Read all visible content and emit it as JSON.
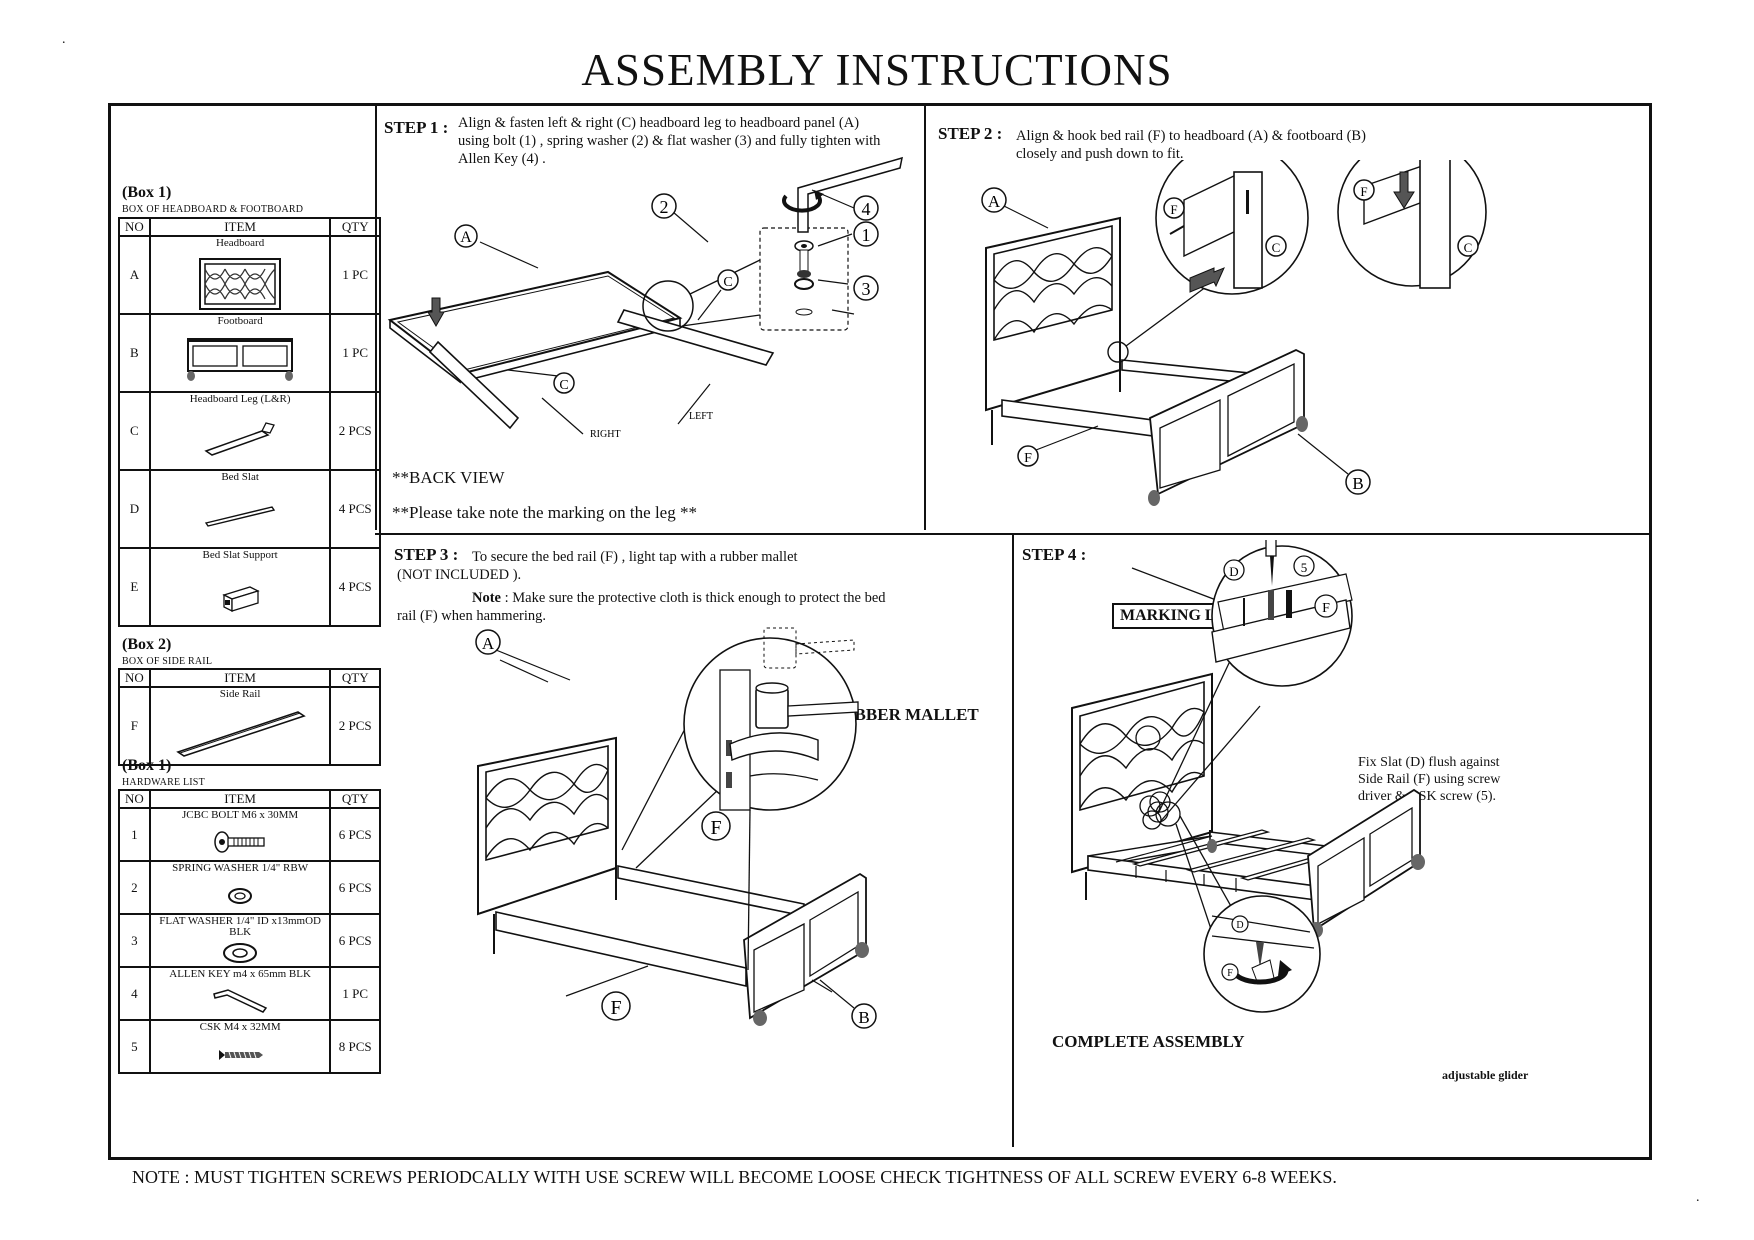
{
  "title": "ASSEMBLY  INSTRUCTIONS",
  "corner_mark_tl": ".",
  "corner_mark_br": ".",
  "box1": {
    "heading": "(Box 1)",
    "subheading": "BOX OF HEADBOARD & FOOTBOARD",
    "headers": {
      "no": "NO",
      "item": "ITEM",
      "qty": "QTY"
    },
    "rows": [
      {
        "no": "A",
        "label": "Headboard",
        "qty": "1 PC",
        "icon": "headboard-icon"
      },
      {
        "no": "B",
        "label": "Footboard",
        "qty": "1 PC",
        "icon": "footboard-icon"
      },
      {
        "no": "C",
        "label": "Headboard Leg (L&R)",
        "qty": "2 PCS",
        "icon": "headboard-leg-icon"
      },
      {
        "no": "D",
        "label": "Bed Slat",
        "qty": "4 PCS",
        "icon": "bed-slat-icon"
      },
      {
        "no": "E",
        "label": "Bed Slat Support",
        "qty": "4 PCS",
        "icon": "slat-support-icon"
      }
    ]
  },
  "box2": {
    "heading": "(Box 2)",
    "subheading": "BOX OF SIDE RAIL",
    "headers": {
      "no": "NO",
      "item": "ITEM",
      "qty": "QTY"
    },
    "rows": [
      {
        "no": "F",
        "label": "Side Rail",
        "qty": "2 PCS",
        "icon": "side-rail-icon"
      }
    ]
  },
  "box3": {
    "heading": "(Box 1)",
    "subheading": "HARDWARE LIST",
    "headers": {
      "no": "NO",
      "item": "ITEM",
      "qty": "QTY"
    },
    "rows": [
      {
        "no": "1",
        "label": "JCBC BOLT M6 x 30MM",
        "qty": "6 PCS",
        "icon": "bolt-icon"
      },
      {
        "no": "2",
        "label": "SPRING WASHER 1/4\" RBW",
        "qty": "6 PCS",
        "icon": "spring-washer-icon"
      },
      {
        "no": "3",
        "label": "FLAT WASHER 1/4\" ID x13mmOD",
        "label2": "BLK",
        "qty": "6 PCS",
        "icon": "flat-washer-icon"
      },
      {
        "no": "4",
        "label": "ALLEN KEY m4 x 65mm BLK",
        "qty": "1 PC",
        "icon": "allen-key-icon"
      },
      {
        "no": "5",
        "label": "CSK M4 x 32MM",
        "qty": "8 PCS",
        "icon": "screw-icon"
      }
    ]
  },
  "step1": {
    "label": "STEP 1 :",
    "lines": [
      "Align & fasten left & right (C) headboard leg to headboard panel (A)",
      "using bolt (1) , spring washer (2) & flat washer (3) and fully tighten with",
      "Allen Key (4) ."
    ],
    "callouts": {
      "a": "A",
      "c": "C",
      "c2": "C",
      "n1": "1",
      "n2": "2",
      "n3": "3",
      "n4": "4",
      "left": "LEFT",
      "right": "RIGHT"
    },
    "back_view": "**BACK VIEW",
    "note_marking": "**Please take note the marking on the leg **"
  },
  "step2": {
    "label": "STEP 2 :",
    "lines": [
      "Align & hook bed rail (F) to headboard (A) & footboard (B)",
      "closely  and push down to fit."
    ],
    "callouts": {
      "a": "A",
      "b": "B",
      "f": "F",
      "f2": "F",
      "f3": "F",
      "c": "C",
      "c2": "C"
    }
  },
  "step3": {
    "label": "STEP 3 :",
    "lines": [
      "To secure the bed rail (F) , light tap with a rubber mallet",
      "(NOT INCLUDED )."
    ],
    "note_label": "Note",
    "note_text": ": Make sure the protective cloth is thick enough to protect the bed",
    "note_text2": "rail (F) when hammering.",
    "rubber_mallet": "RUBBER MALLET",
    "callouts": {
      "a": "A",
      "b": "B",
      "f": "F",
      "f2": "F"
    }
  },
  "step4": {
    "label": "STEP 4 :",
    "marking_line": "MARKING LINE",
    "fix_text": [
      "Fix Slat (D) flush against",
      "Side Rail (F) using screw",
      "driver & CSK screw (5)."
    ],
    "complete": "COMPLETE ASSEMBLY",
    "adjustable_glider": "adjustable glider",
    "callouts": {
      "d": "D",
      "d2": "D",
      "f": "F",
      "f2": "F",
      "n5": "5"
    }
  },
  "footer_note": "NOTE : MUST TIGHTEN SCREWS PERIODCALLY WITH USE SCREW WILL BECOME LOOSE CHECK TIGHTNESS OF ALL SCREW EVERY 6-8 WEEKS."
}
